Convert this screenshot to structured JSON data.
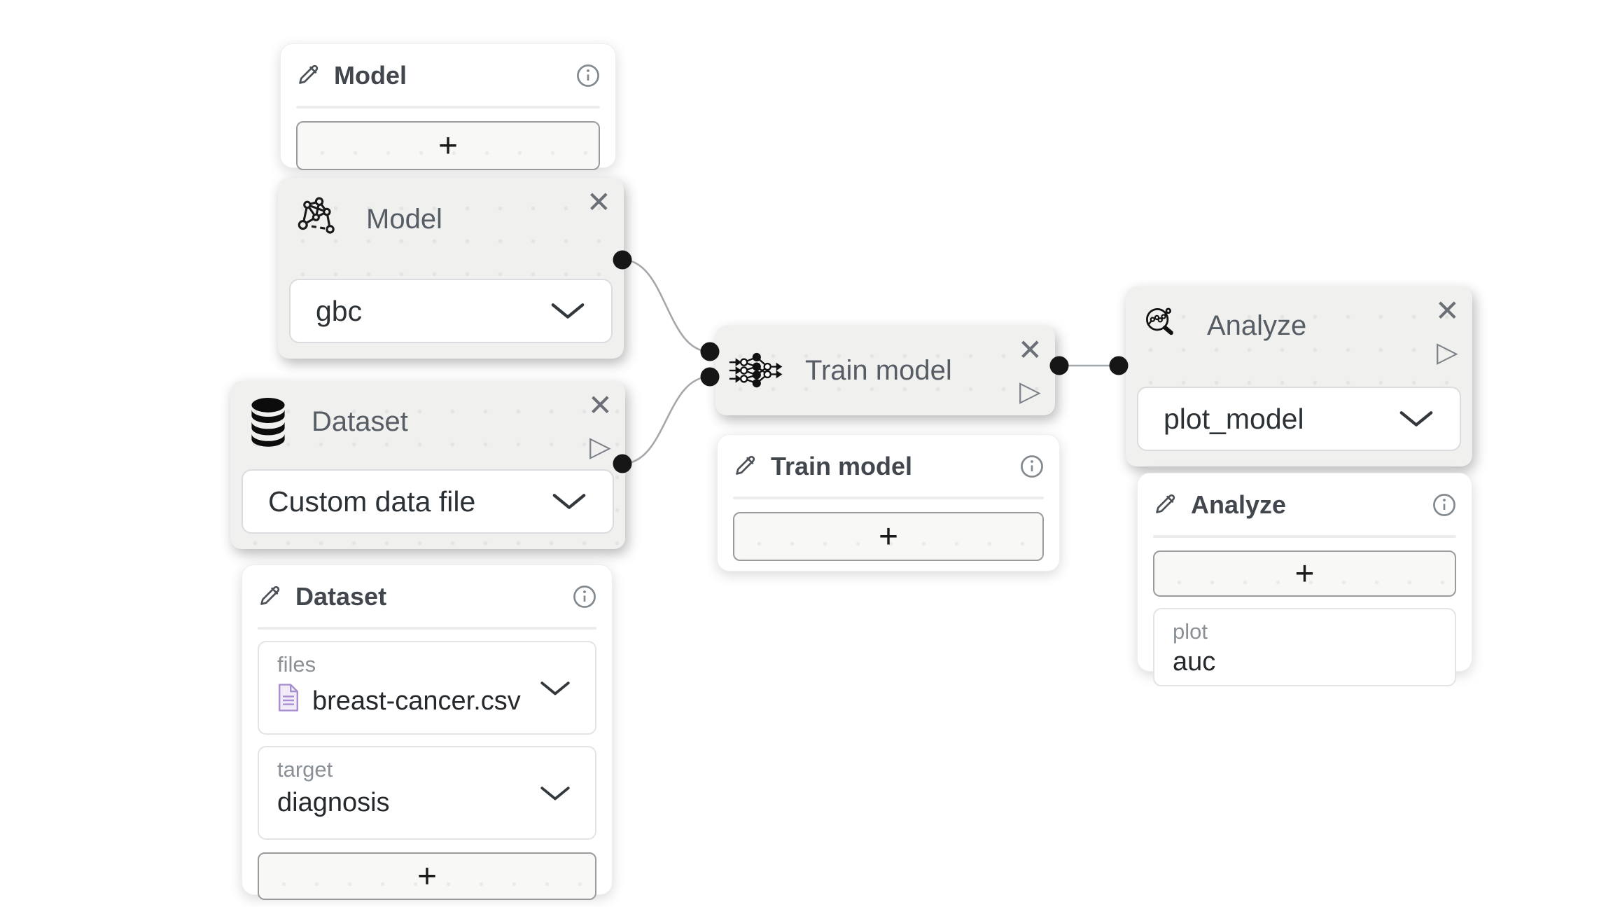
{
  "labels": {
    "add": "+",
    "close": "✕",
    "run": "▷"
  },
  "colors": {
    "canvas": "#ffffff",
    "node_bg": "#f0f0ef",
    "card_bg": "#ffffff",
    "port": "#161616",
    "edge": "#a4a8ac",
    "file_icon_accent": "#a98fd0"
  },
  "nodes": {
    "model_config": {
      "title": "Model"
    },
    "model": {
      "title": "Model",
      "value": "gbc"
    },
    "dataset": {
      "title": "Dataset",
      "value": "Custom data file"
    },
    "dataset_config": {
      "title": "Dataset",
      "fields": [
        {
          "label": "files",
          "value": "breast-cancer.csv"
        },
        {
          "label": "target",
          "value": "diagnosis"
        }
      ]
    },
    "train": {
      "title": "Train model"
    },
    "train_config": {
      "title": "Train model"
    },
    "analyze": {
      "title": "Analyze",
      "value": "plot_model"
    },
    "analyze_config": {
      "title": "Analyze",
      "fields": [
        {
          "label": "plot",
          "value": "auc"
        }
      ]
    }
  }
}
